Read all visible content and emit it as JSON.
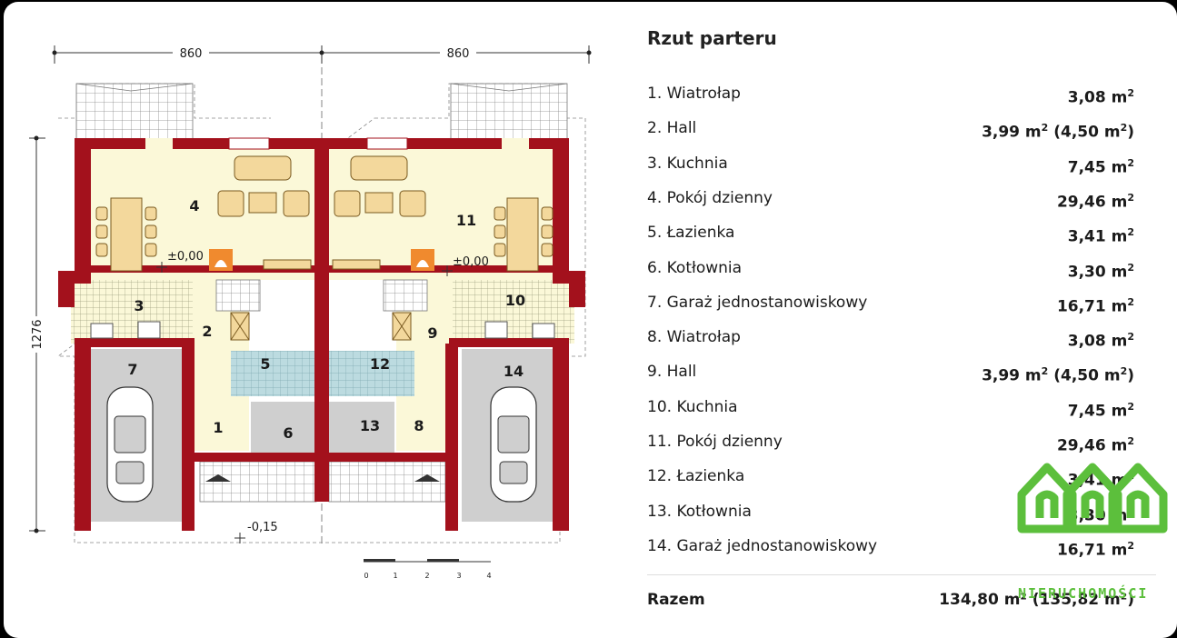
{
  "plan": {
    "dim_left": "860",
    "dim_right": "860",
    "dim_height": "1276",
    "level_left": "±0,00",
    "level_right": "±0,00",
    "level_outside": "-0,15",
    "scale_labels": [
      "0",
      "1",
      "2",
      "3",
      "4"
    ],
    "room_numbers": [
      "1",
      "2",
      "3",
      "4",
      "5",
      "6",
      "7",
      "8",
      "9",
      "10",
      "11",
      "12",
      "13",
      "14"
    ]
  },
  "table": {
    "title": "Rzut parteru",
    "rows": [
      {
        "name": "1. Wiatrołap",
        "value": "3,08 m",
        "sup": "2",
        "extra": ""
      },
      {
        "name": "2. Hall",
        "value": "3,99 m",
        "sup": "2",
        "extra": " (4,50 m",
        "extra_sup": "2",
        "extra_end": ")"
      },
      {
        "name": "3. Kuchnia",
        "value": "7,45 m",
        "sup": "2",
        "extra": ""
      },
      {
        "name": "4. Pokój dzienny",
        "value": "29,46 m",
        "sup": "2",
        "extra": ""
      },
      {
        "name": "5. Łazienka",
        "value": "3,41 m",
        "sup": "2",
        "extra": ""
      },
      {
        "name": "6. Kotłownia",
        "value": "3,30 m",
        "sup": "2",
        "extra": ""
      },
      {
        "name": "7. Garaż jednostanowiskowy",
        "value": "16,71 m",
        "sup": "2",
        "extra": ""
      },
      {
        "name": "8. Wiatrołap",
        "value": "3,08 m",
        "sup": "2",
        "extra": ""
      },
      {
        "name": "9. Hall",
        "value": "3,99 m",
        "sup": "2",
        "extra": " (4,50 m",
        "extra_sup": "2",
        "extra_end": ")"
      },
      {
        "name": "10. Kuchnia",
        "value": "7,45 m",
        "sup": "2",
        "extra": ""
      },
      {
        "name": "11. Pokój dzienny",
        "value": "29,46 m",
        "sup": "2",
        "extra": ""
      },
      {
        "name": "12. Łazienka",
        "value": "3,41 m",
        "sup": "2",
        "extra": ""
      },
      {
        "name": "13. Kotłownia",
        "value": "3,30 m",
        "sup": "2",
        "extra": ""
      },
      {
        "name": "14. Garaż jednostanowiskowy",
        "value": "16,71 m",
        "sup": "2",
        "extra": ""
      }
    ],
    "total_label": "Razem",
    "total_value": "134,80 m² (135,82 m²)"
  },
  "watermark": {
    "text": "NIERUCHOMOŚCI",
    "color": "#5cbf3c"
  },
  "colors": {
    "wall": "#a3111c",
    "room_fill": "#fbf8d8",
    "garage_fill": "#cfcfcf",
    "bath_fill": "#bcdbe0"
  }
}
